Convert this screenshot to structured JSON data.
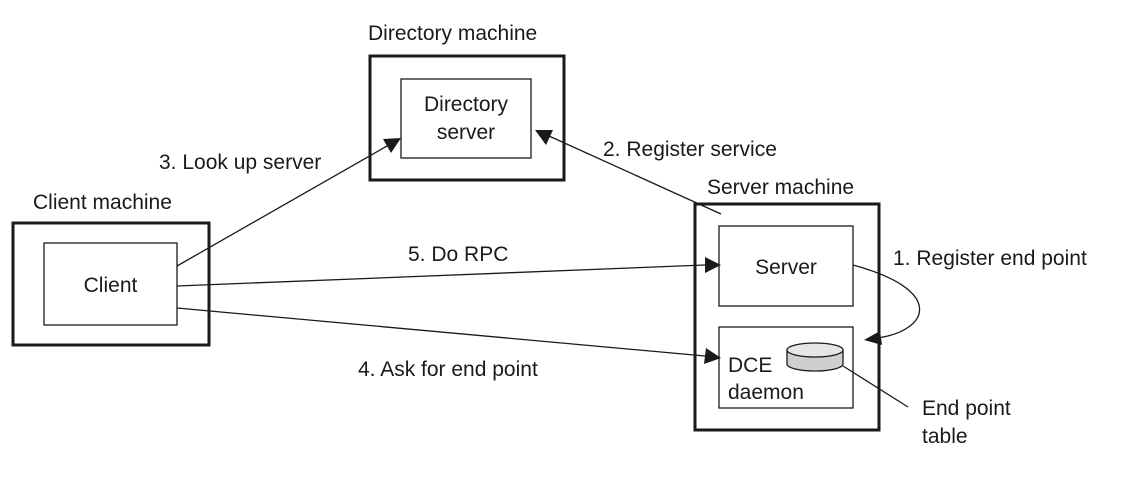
{
  "machines": {
    "directory": {
      "title": "Directory machine",
      "box_line1": "Directory",
      "box_line2": "server"
    },
    "client": {
      "title": "Client machine",
      "box": "Client"
    },
    "server": {
      "title": "Server machine",
      "server_box": "Server",
      "daemon_line1": "DCE",
      "daemon_line2": "daemon",
      "table_label_line1": "End point",
      "table_label_line2": "table"
    }
  },
  "steps": {
    "s1": "1. Register end point",
    "s2": "2. Register service",
    "s3": "3. Look up server",
    "s4": "4. Ask for end point",
    "s5": "5. Do RPC"
  }
}
